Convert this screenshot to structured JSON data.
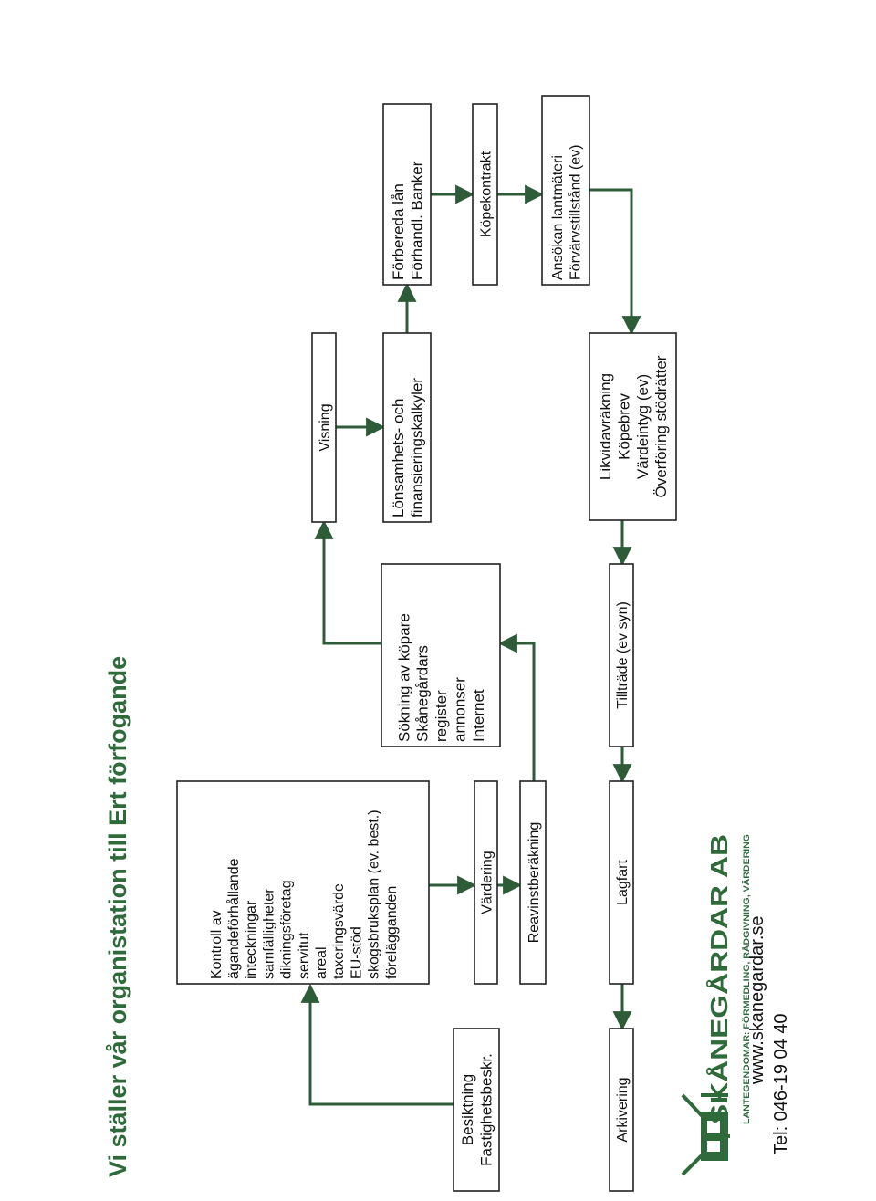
{
  "title": "Vi ställer vår organistation till Ert förfogande",
  "colors": {
    "title": "#2f6b3a",
    "arrow": "#2f5c38",
    "box_border": "#222222",
    "text": "#111111",
    "logo": "#2f6b3a"
  },
  "boxes": {
    "besiktning": [
      "Besiktning",
      "Fastighetsbeskr."
    ],
    "kontroll": [
      "Kontroll av",
      "ägandeförhållande",
      "inteckningar",
      "samfälligheter",
      "dikningsföretag",
      "servitut",
      "areal",
      "taxeringsvärde",
      "EU-stöd",
      "skogsbruksplan (ev. best.)",
      "förelägganden"
    ],
    "vardering": [
      "Värdering"
    ],
    "reavinst": [
      "Reavinstberäkning"
    ],
    "sokning": [
      "Sökning av köpare",
      "Skånegårdars",
      "register",
      "annonser",
      "Internet"
    ],
    "visning": [
      "Visning"
    ],
    "lonsamhet": [
      "Lönsamhets- och",
      "finansieringskalkyler"
    ],
    "forbereda": [
      "Förbereda lån",
      "Förhandl. Banker"
    ],
    "kopekontrakt": [
      "Köpekontrakt"
    ],
    "ansokan": [
      "Ansökan lantmäteri",
      "Förvärvstillstånd (ev)"
    ],
    "likvid": [
      "Likvidavräkning",
      "Köpebrev",
      "Värdeintyg (ev)",
      "Överföring stödrätter"
    ],
    "tilltrade": [
      "Tillträde (ev syn)"
    ],
    "lagfart": [
      "Lagfart"
    ],
    "arkivering": [
      "Arkivering"
    ]
  },
  "logo": {
    "name": "SKÅNEGÅRDAR AB",
    "tagline": "LANTEGENDOMAR: FÖRMEDLING, RÅDGIVNING, VÄRDERING",
    "icon": "farmhouse-icon"
  },
  "contact": {
    "website": "www.skanegardar.se",
    "phone": "Tel: 046-19 04 40"
  }
}
